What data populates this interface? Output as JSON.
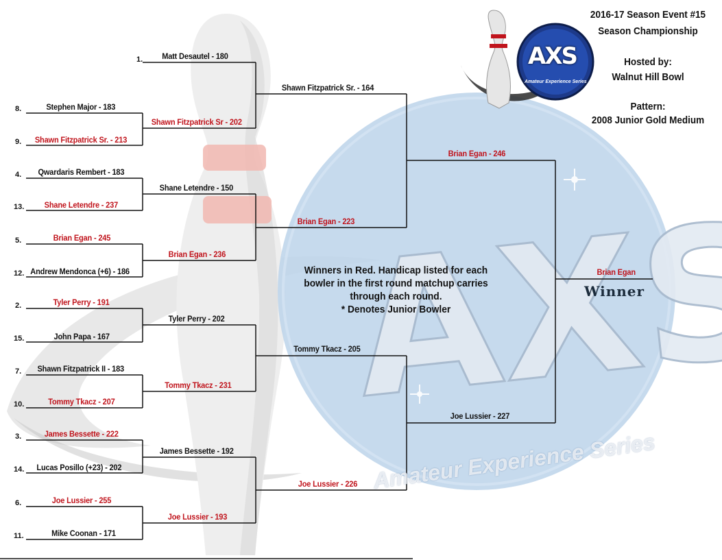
{
  "event": {
    "title": "2016-17 Season Event #15",
    "subtitle": "Season Championship",
    "hosted_label": "Hosted by:",
    "host": "Walnut Hill Bowl",
    "pattern_label": "Pattern:",
    "pattern": "2008 Junior Gold Medium"
  },
  "logo": {
    "letters": "AXS",
    "tagline": "Amateur Experience Series"
  },
  "watermark": {
    "text": "Amateur Experience Series"
  },
  "notes": [
    "Winners in Red.  Handicap listed for each",
    "bowler in the first round matchup carries",
    "through each round.",
    "* Denotes Junior Bowler"
  ],
  "round1": [
    {
      "seed": "1.",
      "text": "Matt Desautel - 180",
      "winner": false
    },
    {
      "seed": "8.",
      "text": "Stephen Major - 183",
      "winner": false
    },
    {
      "seed": "9.",
      "text": "Shawn Fitzpatrick Sr. - 213",
      "winner": true
    },
    {
      "seed": "4.",
      "text": "Qwardaris Rembert - 183",
      "winner": false
    },
    {
      "seed": "13.",
      "text": "Shane Letendre - 237",
      "winner": true
    },
    {
      "seed": "5.",
      "text": "Brian Egan - 245",
      "winner": true
    },
    {
      "seed": "12.",
      "text": "Andrew Mendonca (+6) - 186",
      "winner": false
    },
    {
      "seed": "2.",
      "text": "Tyler Perry - 191",
      "winner": true
    },
    {
      "seed": "15.",
      "text": "John Papa - 167",
      "winner": false
    },
    {
      "seed": "7.",
      "text": "Shawn Fitzpatrick II - 183",
      "winner": false
    },
    {
      "seed": "10.",
      "text": "Tommy Tkacz - 207",
      "winner": true
    },
    {
      "seed": "3.",
      "text": "James Bessette - 222",
      "winner": true
    },
    {
      "seed": "14.",
      "text": "Lucas Posillo (+23) - 202",
      "winner": false
    },
    {
      "seed": "6.",
      "text": "Joe Lussier - 255",
      "winner": true
    },
    {
      "seed": "11.",
      "text": "Mike Coonan - 171",
      "winner": false
    }
  ],
  "round2": [
    {
      "text": "Shawn Fitzpatrick Sr - 202",
      "winner": true
    },
    {
      "text": "Shane Letendre - 150",
      "winner": false
    },
    {
      "text": "Brian Egan - 236",
      "winner": true
    },
    {
      "text": "Tyler Perry - 202",
      "winner": false
    },
    {
      "text": "Tommy Tkacz - 231",
      "winner": true
    },
    {
      "text": "James Bessette - 192",
      "winner": false
    },
    {
      "text": "Joe Lussier - 193",
      "winner": true
    }
  ],
  "round3": [
    {
      "text": "Shawn Fitzpatrick Sr. - 164",
      "winner": false
    },
    {
      "text": "Brian Egan - 223",
      "winner": true
    },
    {
      "text": "Tommy Tkacz - 205",
      "winner": false
    },
    {
      "text": "Joe Lussier - 226",
      "winner": true
    }
  ],
  "round4": [
    {
      "text": "Brian Egan - 246",
      "winner": true
    },
    {
      "text": "Joe Lussier - 227",
      "winner": false
    }
  ],
  "champion": {
    "text": "Brian Egan",
    "winner": true
  },
  "winner_label": "Winner",
  "colors": {
    "winner": "#c0141c",
    "line": "#111111",
    "logo_blue": "#1d3a8a",
    "watermark_blue": "#bcd3ea"
  }
}
